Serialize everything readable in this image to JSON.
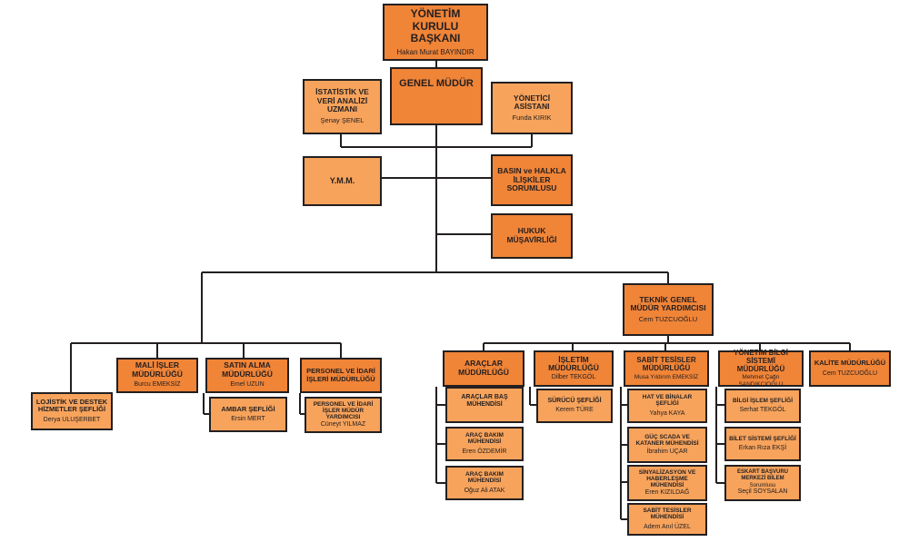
{
  "units": {
    "board_chair": {
      "title": "YÖNETİM KURULU BAŞKANI",
      "name": "Hakan Murat BAYINDIR"
    },
    "general_manager": {
      "title": "GENEL MÜDÜR"
    },
    "statistics_expert": {
      "title": "İSTATİSTİK VE VERİ ANALİZİ UZMANI",
      "name": "Şenay ŞENEL"
    },
    "executive_assistant": {
      "title": "YÖNETİCİ ASİSTANI",
      "name": "Funda KIRIK"
    },
    "ymm": {
      "title": "Y.M.M."
    },
    "press_relations": {
      "title": "BASIN ve HALKLA İLİŞKİLER SORUMLUSU"
    },
    "legal_counsel": {
      "title": "HUKUK MÜŞAVİRLİĞİ"
    },
    "technical_deputy": {
      "title": "TEKNİK GENEL MÜDÜR YARDIMCISI",
      "name": "Cem TUZCUOĞLU"
    },
    "logistics": {
      "title": "LOJİSTİK VE DESTEK HİZMETLER ŞEFLİĞİ",
      "name": "Derya ULUŞERBET"
    },
    "finance": {
      "title": "MALİ İŞLER MÜDÜRLÜĞÜ",
      "name": "Burcu EMEKSİZ"
    },
    "procurement": {
      "title": "SATIN ALMA MÜDÜRLÜĞÜ",
      "name": "Emel UZUN"
    },
    "warehouse": {
      "title": "AMBAR ŞEFLİĞİ",
      "name": "Ersin MERT"
    },
    "personnel": {
      "title": "PERSONEL VE İDARİ İŞLERİ MÜDÜRLÜĞÜ"
    },
    "personnel_deputy": {
      "title": "PERSONEL VE İDARİ İŞLER MÜDÜR YARDIMCISI",
      "name": "Cüneyt YILMAZ"
    },
    "vehicles": {
      "title": "ARAÇLAR MÜDÜRLÜĞÜ"
    },
    "vehicles_chief_engineer": {
      "title": "ARAÇLAR BAŞ MÜHENDİSİ"
    },
    "vehicle_maint_1": {
      "title": "ARAÇ BAKIM MÜHENDİSİ",
      "name": "Eren ÖZDEMİR"
    },
    "vehicle_maint_2": {
      "title": "ARAÇ BAKIM MÜHENDİSİ",
      "name": "Oğuz Ali ATAK"
    },
    "operations": {
      "title": "İŞLETİM MÜDÜRLÜĞÜ",
      "name": "Dilber TEKGÖL"
    },
    "driver_chief": {
      "title": "SÜRÜCÜ ŞEFLİĞİ",
      "name": "Kerem TÜRE"
    },
    "fixed_facilities": {
      "title": "SABİT TESİSLER MÜDÜRLÜĞÜ",
      "name": "Musa Yıldırım EMEKSİZ"
    },
    "line_buildings": {
      "title": "HAT VE BİNALAR ŞEFLİĞİ",
      "name": "Yahya KAYA"
    },
    "power_scada": {
      "title": "GÜÇ SCADA VE KATANER MÜHENDİSİ",
      "name": "İbrahim UÇAR"
    },
    "signaling": {
      "title": "SİNYALİZASYON VE HABERLEŞME MÜHENDİSİ",
      "name": "Eren KIZILDAĞ"
    },
    "fixed_engineer": {
      "title": "SABİT TESİSLER MÜHENDİSİ",
      "name": "Adem Anıl ÜZEL"
    },
    "mis": {
      "title": "YÖNETİM BİLGİ SİSTEMİ MÜDÜRLÜĞÜ",
      "name": "Mehmet Çağrı SANDIKCIOĞLU"
    },
    "it_chief": {
      "title": "BİLGİ İŞLEM ŞEFLİĞİ",
      "name": "Serhat TEKGÖL"
    },
    "ticket_chief": {
      "title": "BİLET SİSTEMİ ŞEFLİĞİ",
      "name": "Erkan Rıza EKŞİ"
    },
    "escort_center": {
      "title": "ESKART BAŞVURU MERKEZİ BİLEM",
      "subtitle": "Sorumlusu",
      "name": "Seçil SOYSALAN"
    },
    "quality": {
      "title": "KALİTE MÜDÜRLÜĞÜ",
      "name": "Cem TUZCUOĞLU"
    }
  },
  "colors": {
    "box_light": "#f7a35c",
    "box_dark": "#f08437",
    "line": "#231f20"
  }
}
